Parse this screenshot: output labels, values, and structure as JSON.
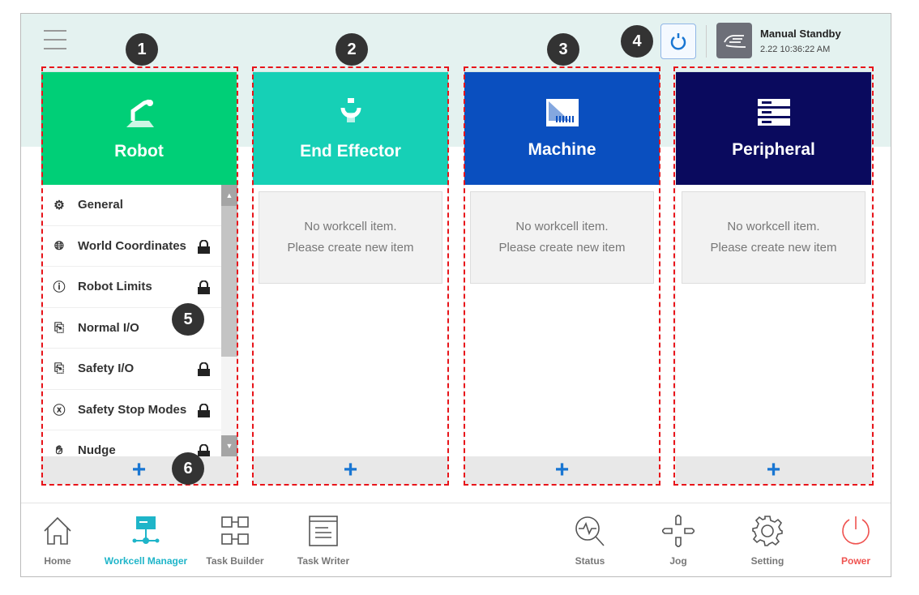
{
  "header": {
    "status_title": "Manual Standby",
    "status_time": "2.22 10:36:22 AM"
  },
  "cards": [
    {
      "title": "Robot",
      "color": "#00cf77",
      "add_label": "+",
      "items": [
        {
          "label": "General",
          "icon": "robot-arm-icon",
          "locked": false
        },
        {
          "label": "World Coordinates",
          "icon": "globe-icon",
          "locked": true
        },
        {
          "label": "Robot Limits",
          "icon": "limit-icon",
          "locked": true
        },
        {
          "label": "Normal I/O",
          "icon": "io-icon",
          "locked": false
        },
        {
          "label": "Safety I/O",
          "icon": "io-icon",
          "locked": true
        },
        {
          "label": "Safety Stop Modes",
          "icon": "stop-icon",
          "locked": true
        },
        {
          "label": "Nudge",
          "icon": "nudge-hand-icon",
          "locked": true
        }
      ]
    },
    {
      "title": "End Effector",
      "color": "#16d0b6",
      "empty_line1": "No workcell item.",
      "empty_line2": "Please create new item",
      "add_label": "+"
    },
    {
      "title": "Machine",
      "color": "#0a4fbf",
      "empty_line1": "No workcell item.",
      "empty_line2": "Please create new item",
      "add_label": "+"
    },
    {
      "title": "Peripheral",
      "color": "#0a0a5e",
      "empty_line1": "No workcell item.",
      "empty_line2": "Please create new item",
      "add_label": "+"
    }
  ],
  "callouts": [
    "1",
    "2",
    "3",
    "4",
    "5",
    "6"
  ],
  "nav": [
    {
      "label": "Home"
    },
    {
      "label": "Workcell Manager",
      "active": true,
      "color": "#1fb5c9"
    },
    {
      "label": "Task Builder"
    },
    {
      "label": "Task Writer"
    },
    {
      "label": "Status"
    },
    {
      "label": "Jog"
    },
    {
      "label": "Setting"
    },
    {
      "label": "Power",
      "color": "#ef5350"
    }
  ]
}
